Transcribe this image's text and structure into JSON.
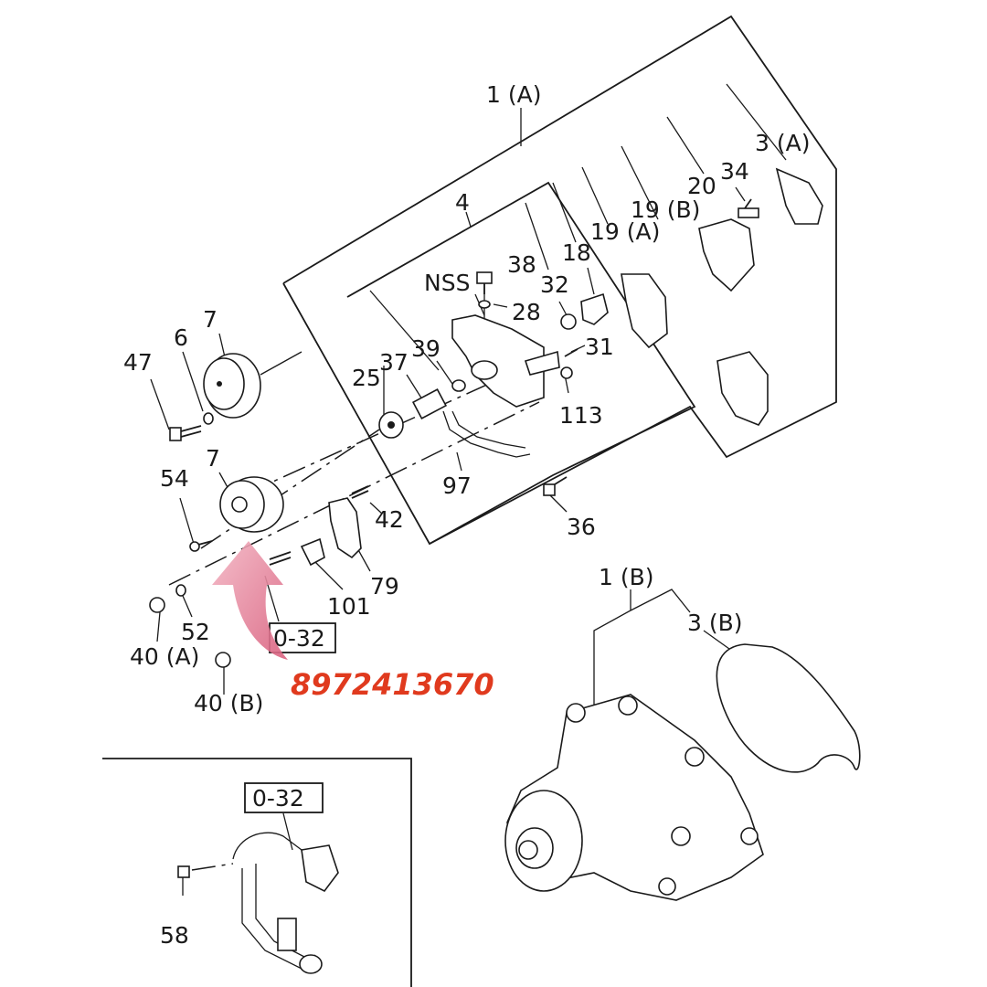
{
  "labels": {
    "1a": "1 (A)",
    "1b": "1 (B)",
    "3a": "3 (A)",
    "3b": "3 (B)",
    "4": "4",
    "6": "6",
    "7a": "7",
    "7b": "7",
    "18": "18",
    "19a": "19 (A)",
    "19b": "19 (B)",
    "20": "20",
    "25": "25",
    "28": "28",
    "31": "31",
    "32": "32",
    "34": "34",
    "36": "36",
    "37": "37",
    "38": "38",
    "39": "39",
    "40a": "40 (A)",
    "40b": "40 (B)",
    "42": "42",
    "47": "47",
    "52": "52",
    "54": "54",
    "58": "58",
    "79": "79",
    "97": "97",
    "101": "101",
    "113": "113",
    "nss": "NSS"
  },
  "reference_box": "0-32",
  "inset_reference_box": "0-32",
  "part_number": "8972413670",
  "colors": {
    "part_number": "#e03a1e",
    "arrow": "#e58aa0",
    "lines": "#1a1a1a"
  },
  "icons": [
    "highlight-arrow-icon"
  ]
}
